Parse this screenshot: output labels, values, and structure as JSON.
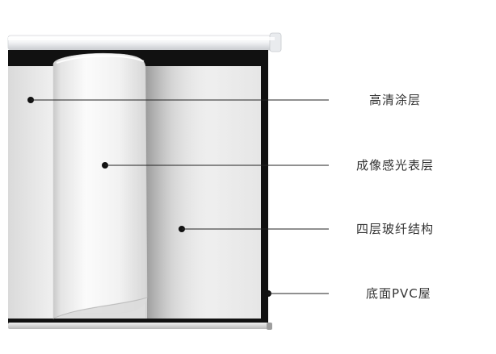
{
  "callouts": [
    {
      "id": "coating",
      "label": "高清涂层"
    },
    {
      "id": "photosensitive",
      "label": "成像感光表层"
    },
    {
      "id": "fiberglass",
      "label": "四层玻纤结构"
    },
    {
      "id": "pvc",
      "label": "底面PVC屋"
    }
  ],
  "colors": {
    "line": "#222222",
    "label_text": "#333333",
    "screen_border": "#111111",
    "housing": "#eef0f2"
  }
}
